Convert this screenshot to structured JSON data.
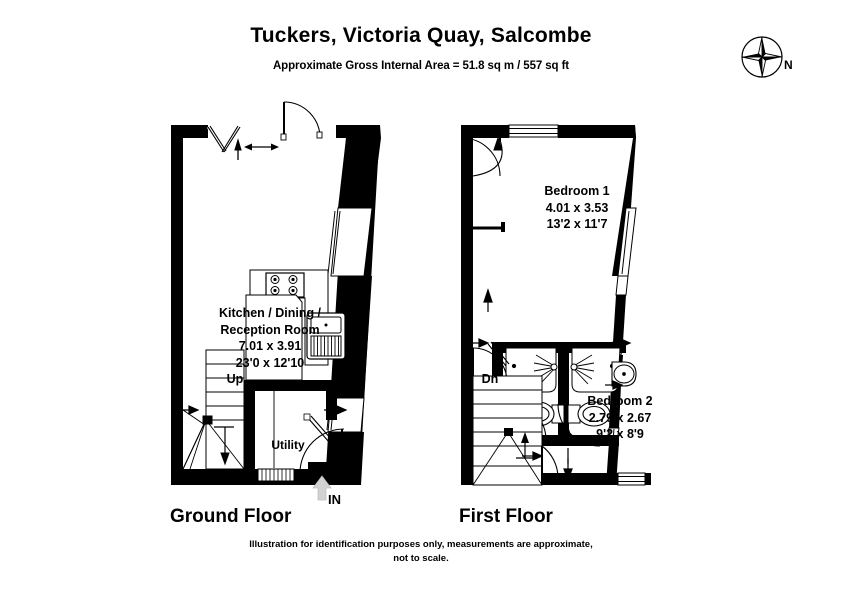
{
  "header": {
    "title": "Tuckers, Victoria Quay, Salcombe",
    "subtitle": "Approximate Gross Internal Area = 51.8 sq m / 557 sq ft"
  },
  "compass": {
    "label": "N",
    "icon": "compass-rose-icon"
  },
  "floors": [
    {
      "id": "ground",
      "name": "Ground Floor",
      "rooms": [
        {
          "id": "kitchen-dining-reception",
          "name_line1": "Kitchen / Dining /",
          "name_line2": "Reception Room",
          "dim_metric": "7.01 x 3.91",
          "dim_imperial": "23'0 x 12'10"
        },
        {
          "id": "utility",
          "name_line1": "Utility",
          "name_line2": "",
          "dim_metric": "",
          "dim_imperial": ""
        }
      ],
      "stair_label": "Up",
      "entrance_label": "IN"
    },
    {
      "id": "first",
      "name": "First Floor",
      "rooms": [
        {
          "id": "bedroom-1",
          "name_line1": "Bedroom 1",
          "name_line2": "",
          "dim_metric": "4.01 x 3.53",
          "dim_imperial": "13'2 x 11'7"
        },
        {
          "id": "bedroom-2",
          "name_line1": "Bedroom 2",
          "name_line2": "",
          "dim_metric": "2.79 x 2.67",
          "dim_imperial": "9'2 x 8'9"
        }
      ],
      "stair_label": "Dn"
    }
  ],
  "footer": {
    "line1": "Illustration for identification purposes only, measurements are approximate,",
    "line2": "not to scale."
  },
  "colors": {
    "wall": "#000000",
    "fixture_outline": "#1a1a1a",
    "text": "#000000",
    "entrance_arrow": "#cccccc",
    "background": "#ffffff"
  }
}
